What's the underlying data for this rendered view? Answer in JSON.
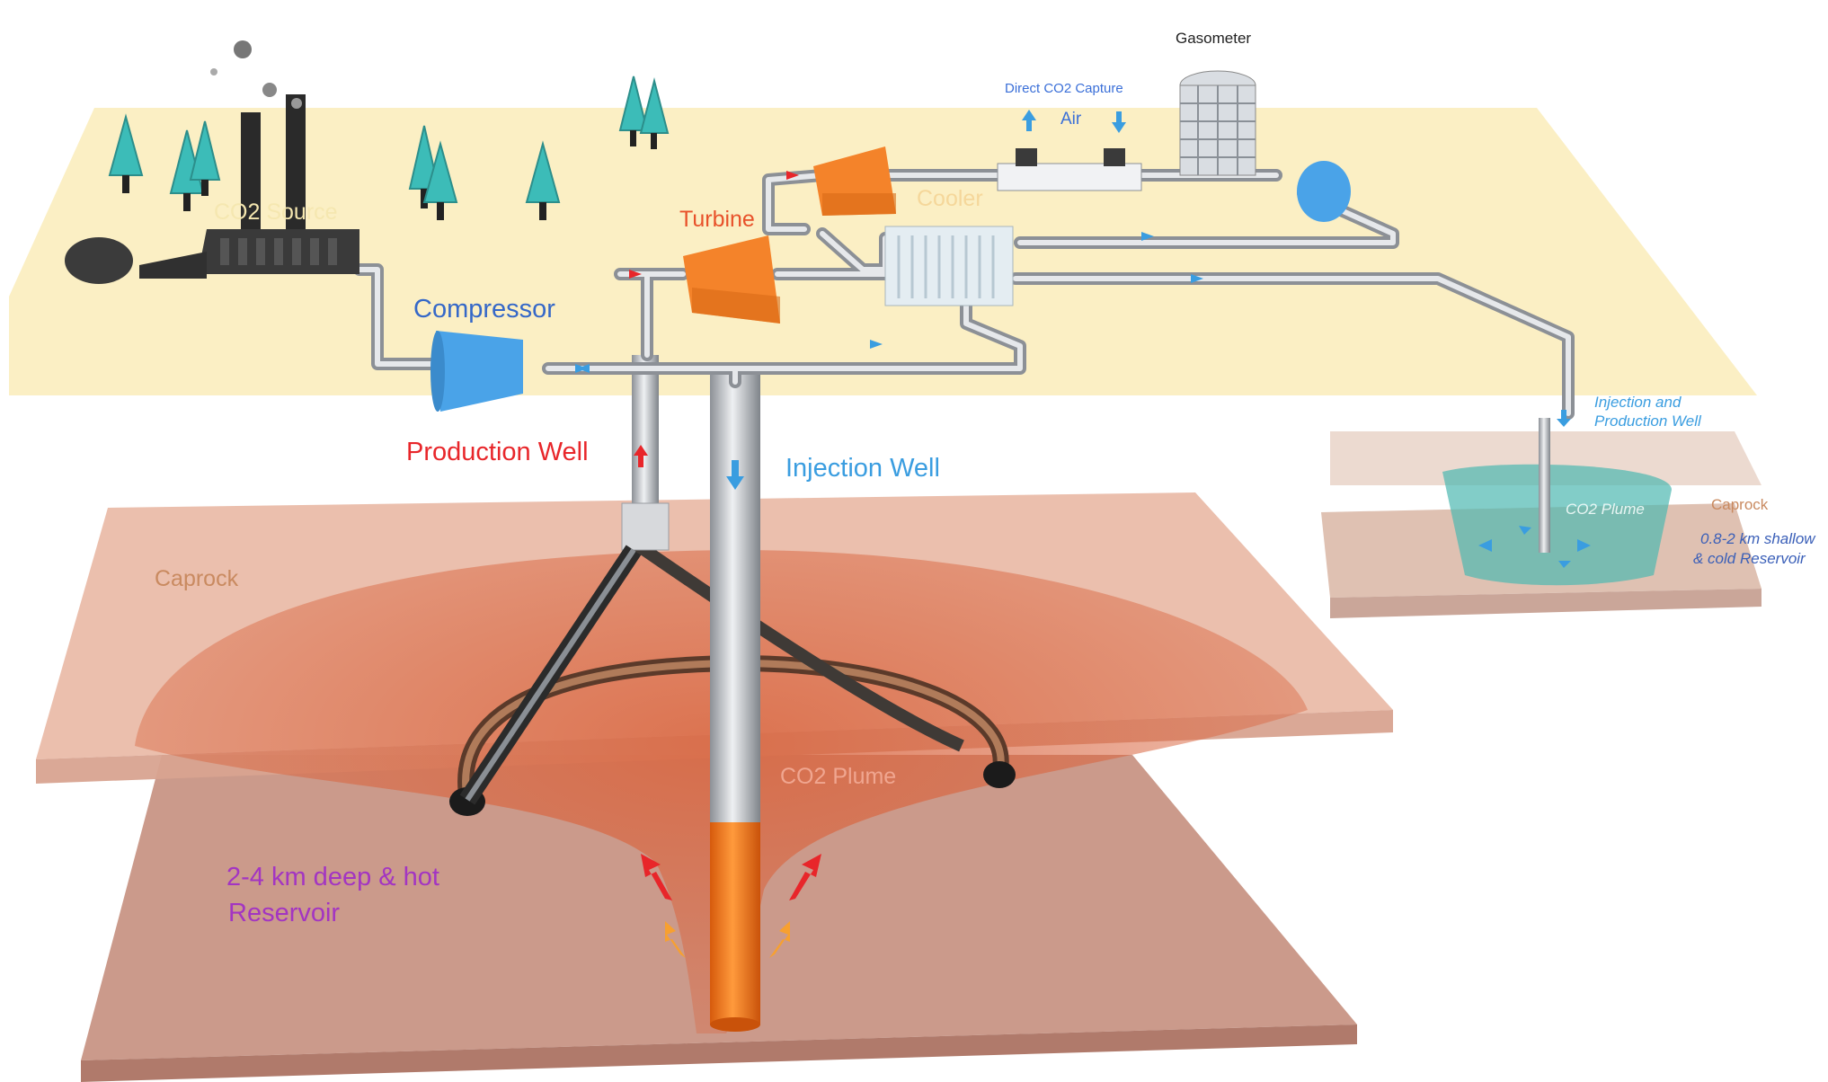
{
  "labels": {
    "gasometer": "Gasometer",
    "direct_co2_capture": "Direct CO2 Capture",
    "air": "Air",
    "co2_source": "CO2 Source",
    "turbine": "Turbine",
    "cooler": "Cooler",
    "compressor": "Compressor",
    "production_well": "Production Well",
    "injection_well": "Injection Well",
    "caprock_main": "Caprock",
    "co2_plume_main": "CO2 Plume",
    "deep_reservoir_line1": "2-4 km deep & hot",
    "deep_reservoir_line2": "Reservoir",
    "injection_production_well_line1": "Injection and",
    "injection_production_well_line2": "Production Well",
    "co2_plume_small": "CO2 Plume",
    "caprock_small": "Caprock",
    "shallow_reservoir_line1": "0.8-2 km shallow",
    "shallow_reservoir_line2": "& cold Reservoir"
  },
  "colors": {
    "ground": "#fbefc4",
    "caprock": "#e9b8a4",
    "reservoir": "#c89585",
    "plume": "#d9653f",
    "turbine": "#f4832a",
    "compressor": "#4aa3e8",
    "pipe": "#c9ccd1",
    "tree": "#3cbcb8",
    "red_text": "#e8262a",
    "blue_text": "#3a9de0",
    "purple_text": "#a335c2",
    "caprock_text": "#c98a60"
  }
}
